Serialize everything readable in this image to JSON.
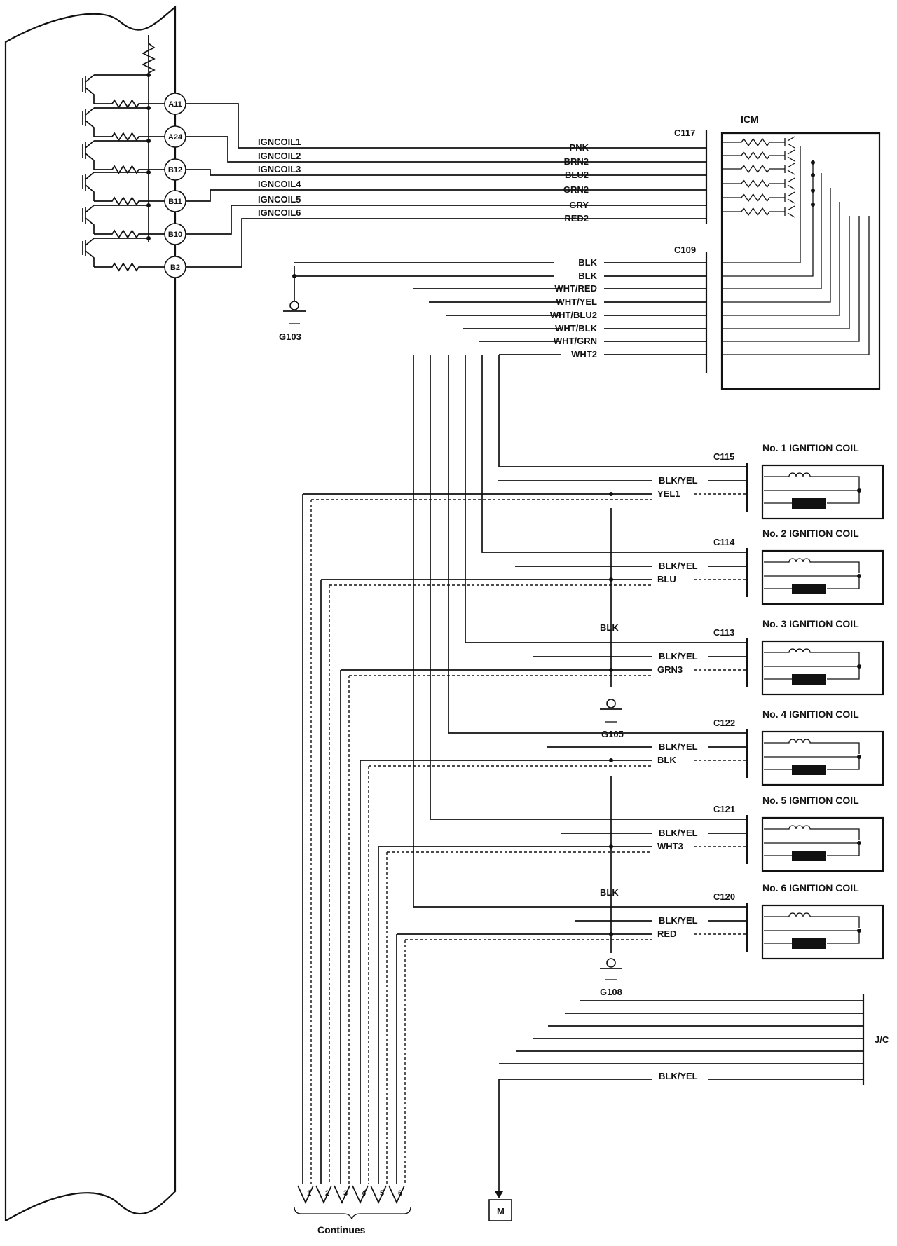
{
  "ecm_pins": [
    "A11",
    "A24",
    "B12",
    "B11",
    "B10",
    "B2"
  ],
  "ecm_signals": [
    "IGNCOIL1",
    "IGNCOIL2",
    "IGNCOIL3",
    "IGNCOIL4",
    "IGNCOIL5",
    "IGNCOIL6"
  ],
  "icm": {
    "name": "ICM",
    "connector_top": "C117",
    "connector_bottom": "C109"
  },
  "icm_inputs": [
    "PNK",
    "BRN2",
    "BLU2",
    "GRN2",
    "GRY",
    "RED2"
  ],
  "icm_outputs": [
    "BLK",
    "BLK",
    "WHT/RED",
    "WHT/YEL",
    "WHT/BLU2",
    "WHT/BLK",
    "WHT/GRN",
    "WHT2"
  ],
  "grounds": {
    "g103": "G103",
    "g105": "G105",
    "g108": "G108"
  },
  "coils": [
    {
      "name": "No. 1 IGNITION COIL",
      "connector": "C115",
      "wire1": "BLK/YEL",
      "wire2": "YEL1"
    },
    {
      "name": "No. 2 IGNITION COIL",
      "connector": "C114",
      "wire1": "BLK/YEL",
      "wire2": "BLU"
    },
    {
      "name": "No. 3 IGNITION COIL",
      "connector": "C113",
      "wire1": "BLK/YEL",
      "wire2": "GRN3"
    },
    {
      "name": "No. 4 IGNITION COIL",
      "connector": "C122",
      "wire1": "BLK/YEL",
      "wire2": "BLK"
    },
    {
      "name": "No. 5 IGNITION COIL",
      "connector": "C121",
      "wire1": "BLK/YEL",
      "wire2": "WHT3"
    },
    {
      "name": "No. 6 IGNITION COIL",
      "connector": "C120",
      "wire1": "BLK/YEL",
      "wire2": "RED"
    }
  ],
  "blk_labels": [
    "BLK",
    "BLK"
  ],
  "jc": {
    "label": "J/C",
    "wire": "BLK/YEL"
  },
  "continues": {
    "pins": [
      "1",
      "2",
      "3",
      "4",
      "5",
      "6"
    ],
    "label": "Continues"
  },
  "motor_label": "M"
}
